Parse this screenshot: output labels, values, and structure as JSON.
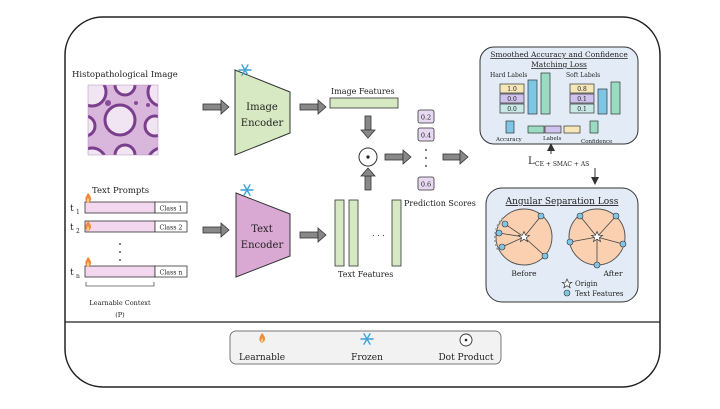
{
  "colors": {
    "encoder_green": "#d6e9c3",
    "encoder_purple": "#d9a8d3",
    "feature_green": "#d6e9c3",
    "prompt_pink": "#f3d7ee",
    "panel_blue": "#e3ecf6",
    "score_purple": "#e8d9f3",
    "flame": "#f08a3c",
    "snow": "#39a0d8"
  },
  "icons": {
    "learnable": "flame-icon",
    "frozen": "snowflake-icon",
    "dot_product": "dot-product-icon"
  },
  "image_branch": {
    "title": "Histopathological Image",
    "encoder_line1": "Image",
    "encoder_line2": "Encoder",
    "features_label": "Image Features"
  },
  "text_branch": {
    "title": "Text Prompts",
    "token_labels": [
      "t",
      "t",
      "t"
    ],
    "token_subs": [
      "1",
      "2",
      "n"
    ],
    "class_labels": [
      "Class 1",
      "Class 2",
      "Class n"
    ],
    "ellipsis": ". . .",
    "context_label": "Learnable Context",
    "context_symbol": "(P)",
    "encoder_line1": "Text",
    "encoder_line2": "Encoder",
    "features_label": "Text Features",
    "features_ellipsis": ". . ."
  },
  "scores": {
    "values": [
      "0.2",
      "0.4",
      "0.6"
    ],
    "ellipsis": ". . .",
    "label": "Prediction Scores"
  },
  "loss_formula": {
    "main": "L",
    "sub": "CE + SMAC + AS"
  },
  "smac": {
    "title_line1": "Smoothed Accuracy and Confidence",
    "title_line2": "Matching Loss",
    "hard_label": "Hard Labels",
    "soft_label": "Soft Labels",
    "hard_values": [
      "1.0",
      "0.0",
      "0.0"
    ],
    "soft_values": [
      "0.8",
      "0.1",
      "0.1"
    ],
    "accuracy_label": "Accuracy",
    "labels_label": "Labels",
    "confidence_label": "Confidence"
  },
  "angular": {
    "title": "Angular Separation Loss",
    "before_label": "Before",
    "after_label": "After",
    "legend_origin": "Origin",
    "legend_features": "Text Features"
  },
  "legend": {
    "learnable": "Learnable",
    "frozen": "Frozen",
    "dot_product": "Dot Product"
  }
}
